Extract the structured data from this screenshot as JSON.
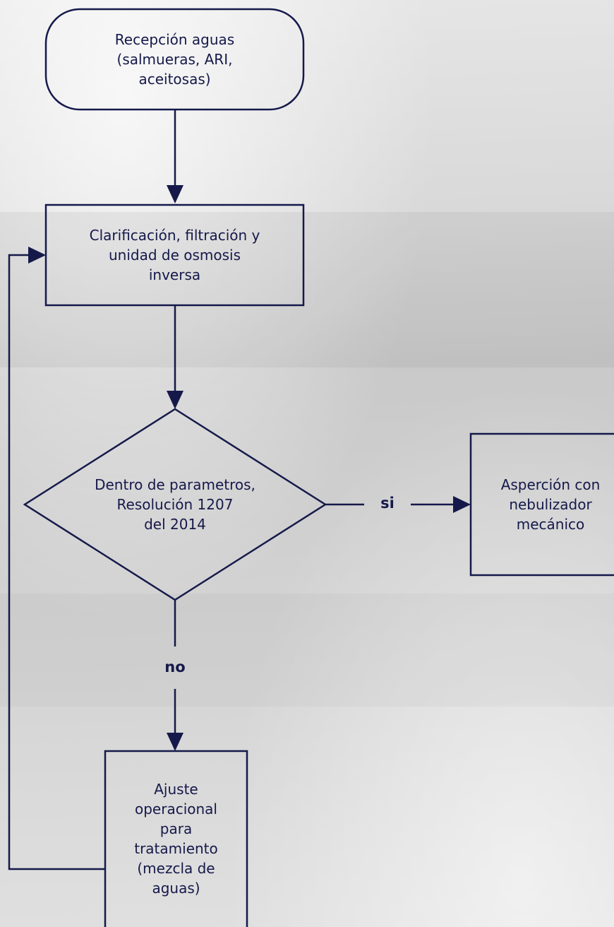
{
  "colors": {
    "stroke": "#15194a",
    "text": "#15194a",
    "background": "#d9d9d9"
  },
  "nodes": {
    "start": {
      "label": "Recepción aguas\n(salmueras, ARI,\naceitosas)",
      "shape": "terminal"
    },
    "process": {
      "label": "Clarificación, filtración y\nunidad de osmosis\ninversa",
      "shape": "process"
    },
    "decision": {
      "label": "Dentro de parametros,\nResolución 1207\ndel 2014",
      "shape": "decision"
    },
    "yes_action": {
      "label": "Asperción con\nnebulizador\nmecánico",
      "shape": "process"
    },
    "adjust": {
      "label": "Ajuste\noperacional\npara\ntratamiento\n(mezcla de\naguas)",
      "shape": "process"
    }
  },
  "edges": {
    "yes_label": "si",
    "no_label": "no"
  }
}
